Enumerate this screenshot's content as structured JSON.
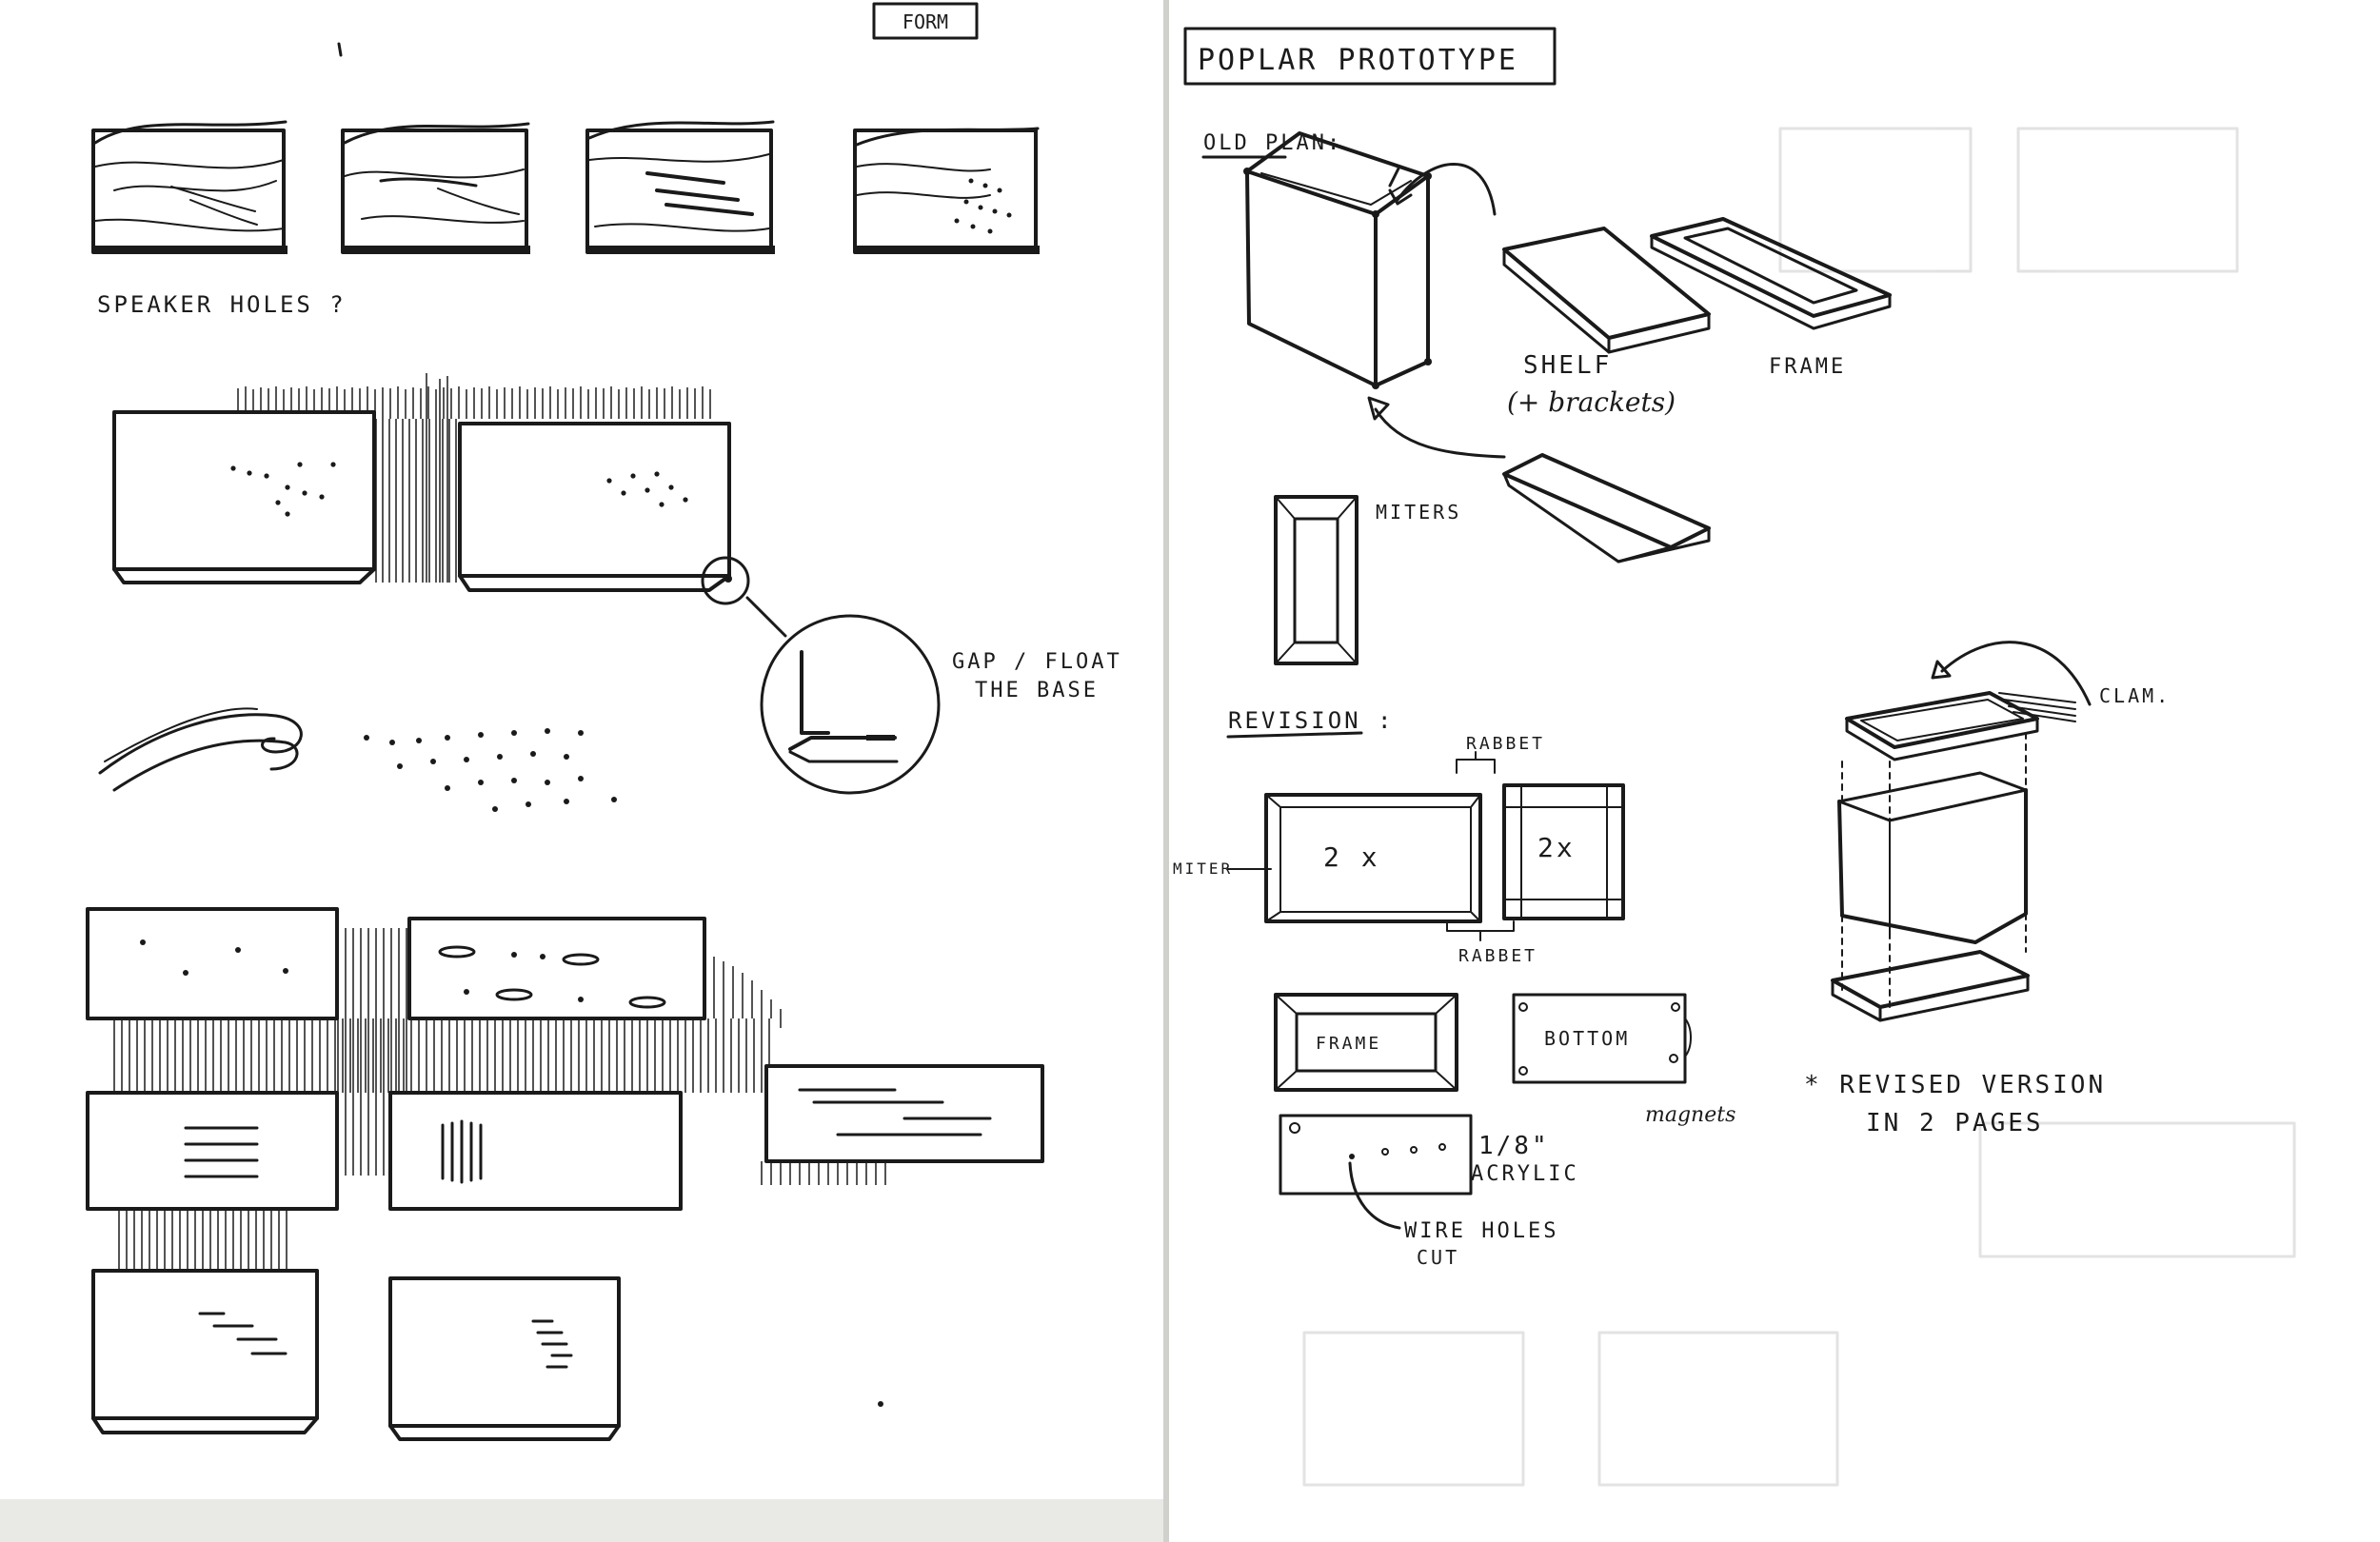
{
  "left_page": {
    "tab_label": "FORM",
    "label_speaker_holes": "SPEAKER HOLES ?",
    "label_gap_float_line1": "GAP / FLOAT",
    "label_gap_float_line2": "THE BASE"
  },
  "right_page": {
    "title": "POPLAR PROTOTYPE",
    "label_old_plan": "OLD PLAN:",
    "label_shelf": "SHELF",
    "label_brackets": "(+ brackets)",
    "label_frame_top": "FRAME",
    "label_miters": "MITERS",
    "label_revision": "REVISION :",
    "label_rabbet_top": "RABBET",
    "label_rabbet_bottom": "RABBET",
    "label_miter": "MITER",
    "label_2x_left": "2 x",
    "label_2x_right": "2x",
    "label_frame_box": "FRAME",
    "label_bottom_box": "BOTTOM",
    "label_magnets": "magnets",
    "label_eighth": "1/8\"",
    "label_acrylic": "ACRYLIC",
    "label_wire_holes_line1": "WIRE HOLES",
    "label_wire_holes_line2": "CUT",
    "label_clamp": "CLAM.",
    "label_revised_line1": "* REVISED VERSION",
    "label_revised_line2": "IN 2 PAGES"
  },
  "colors": {
    "paper": "#ffffff",
    "ink": "#1a1a1a",
    "scan_background": "#e9e9e6"
  }
}
